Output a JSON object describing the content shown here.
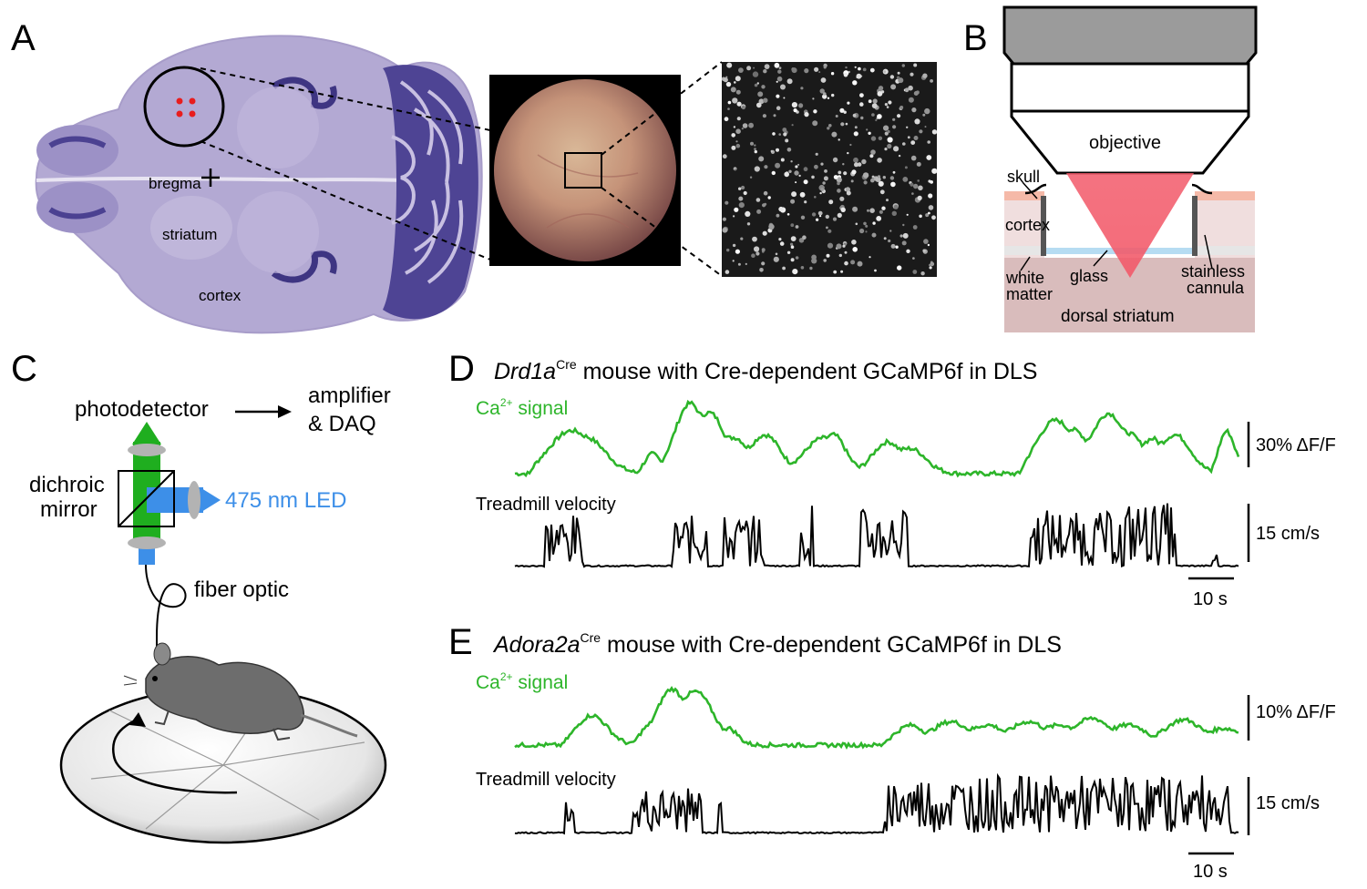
{
  "panels": {
    "a": {
      "letter": "A",
      "labels": {
        "bregma": "bregma",
        "striatum": "striatum",
        "cortex": "cortex"
      }
    },
    "b": {
      "letter": "B",
      "labels": {
        "objective": "objective",
        "skull": "skull",
        "cortex": "cortex",
        "white": "white",
        "matter": "matter",
        "glass": "glass",
        "stainless": "stainless",
        "cannula": "cannula",
        "dorsal_striatum": "dorsal striatum"
      }
    },
    "c": {
      "letter": "C",
      "labels": {
        "photodetector": "photodetector",
        "amplifier": "amplifier",
        "daq": "& DAQ",
        "dichroic": "dichroic",
        "mirror": "mirror",
        "led": "475 nm LED",
        "fiber": "fiber optic"
      }
    },
    "d": {
      "letter": "D",
      "gene": "Drd1a",
      "sup": "Cre",
      "title_rest": " mouse with Cre-dependent GCaMP6f in DLS",
      "ca_label": "Ca",
      "ca_sup": "2+",
      "ca_rest": " signal",
      "vel_label": "Treadmill velocity",
      "ca_scale": "30% ΔF/F",
      "vel_scale": "15 cm/s",
      "time_scale": "10 s"
    },
    "e": {
      "letter": "E",
      "gene": "Adora2a",
      "sup": "Cre",
      "title_rest": " mouse with Cre-dependent GCaMP6f in DLS",
      "ca_label": "Ca",
      "ca_sup": "2+",
      "ca_rest": " signal",
      "vel_label": "Treadmill velocity",
      "ca_scale": "10% ΔF/F",
      "vel_scale": "15 cm/s",
      "time_scale": "10 s"
    }
  },
  "colors": {
    "green": "#2db52a",
    "blue": "#3d8fe8",
    "red": "#f06070",
    "brain": "#b2a8d2",
    "dark": "#3e3582"
  }
}
